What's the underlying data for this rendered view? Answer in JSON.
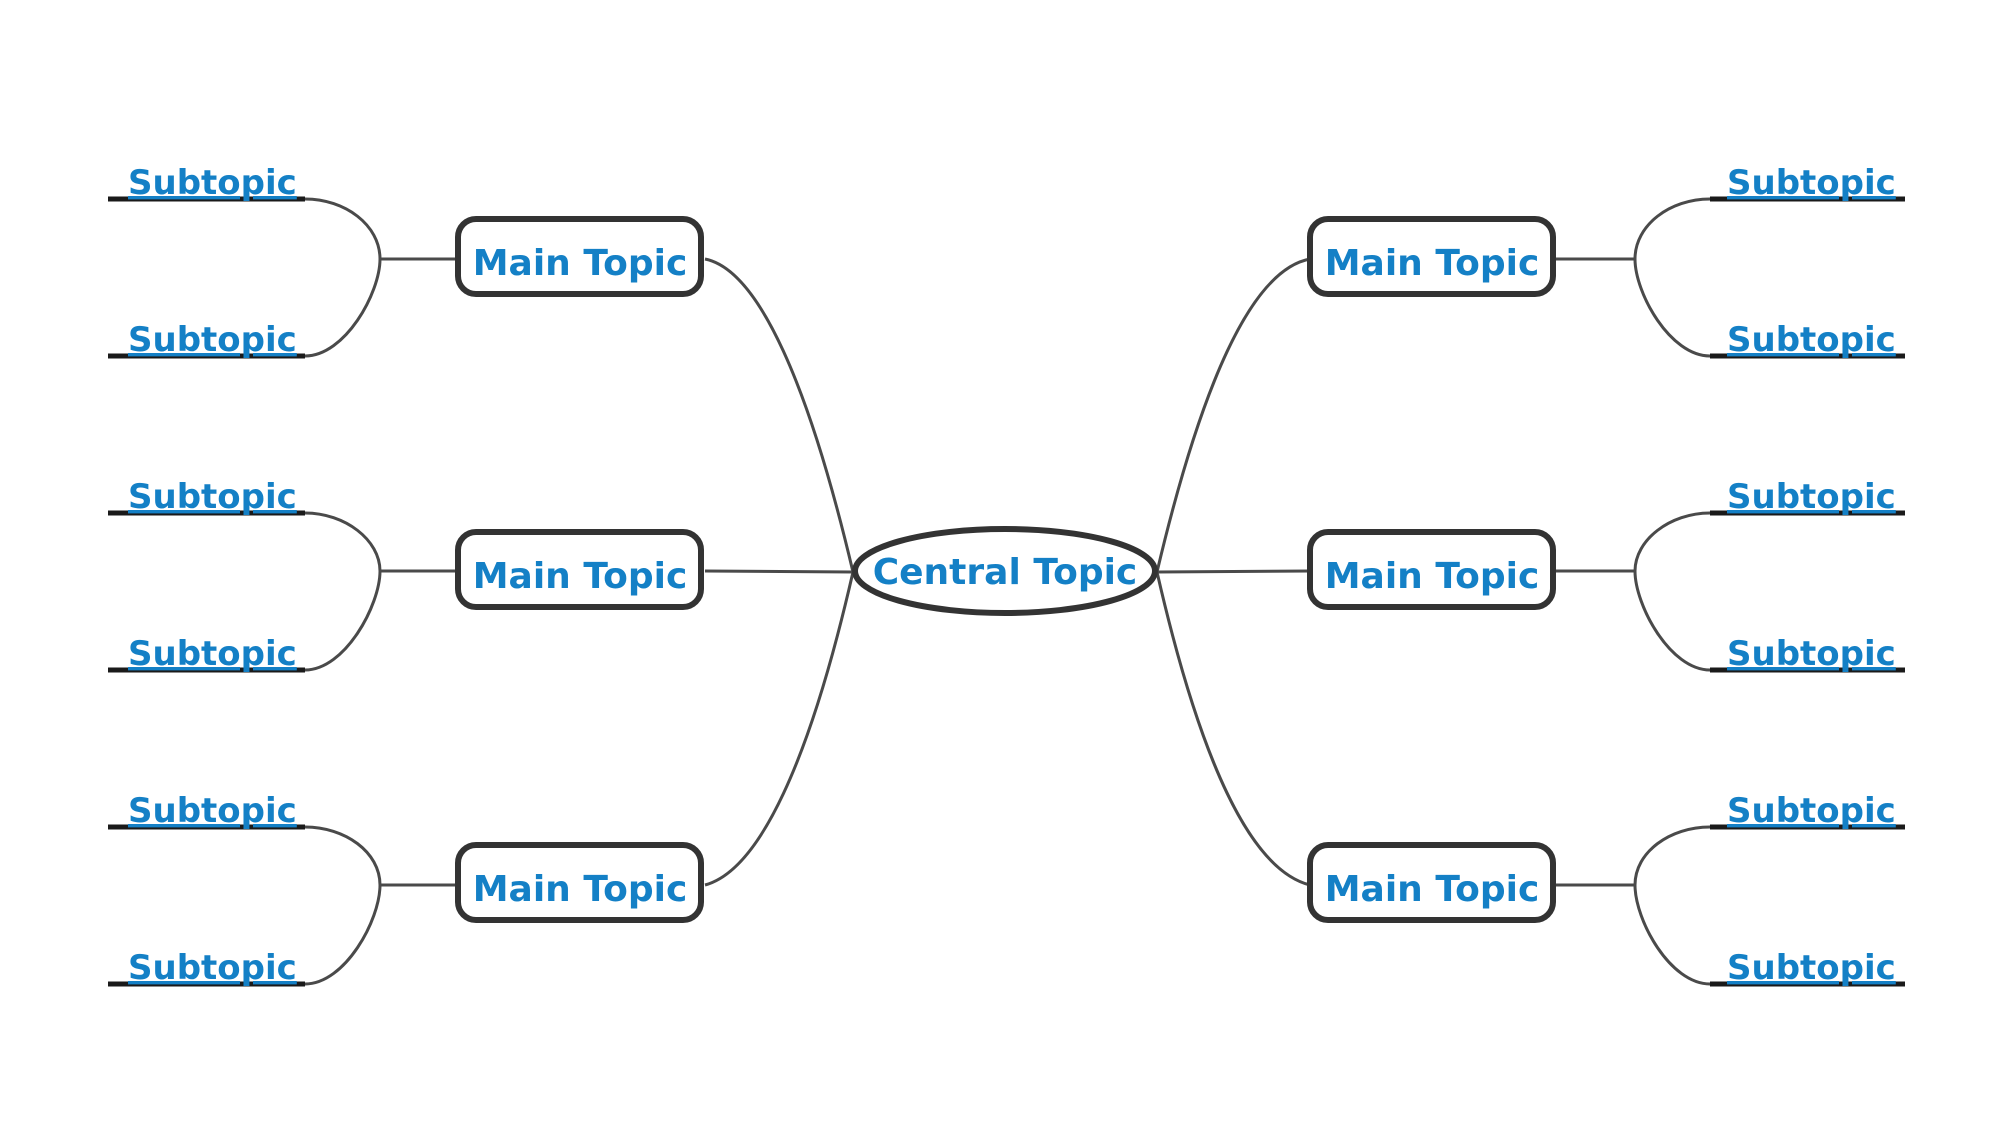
{
  "central_topic": "Central Topic",
  "main_topics": [
    {
      "label": "Main Topic",
      "subtopics": [
        "Subtopic",
        "Subtopic"
      ]
    },
    {
      "label": "Main Topic",
      "subtopics": [
        "Subtopic",
        "Subtopic"
      ]
    },
    {
      "label": "Main Topic",
      "subtopics": [
        "Subtopic",
        "Subtopic"
      ]
    },
    {
      "label": "Main Topic",
      "subtopics": [
        "Subtopic",
        "Subtopic"
      ]
    },
    {
      "label": "Main Topic",
      "subtopics": [
        "Subtopic",
        "Subtopic"
      ]
    },
    {
      "label": "Main Topic",
      "subtopics": [
        "Subtopic",
        "Subtopic"
      ]
    }
  ],
  "colors": {
    "text": "#1480c6",
    "stroke": "#333333",
    "connector": "#4a4a4a"
  }
}
